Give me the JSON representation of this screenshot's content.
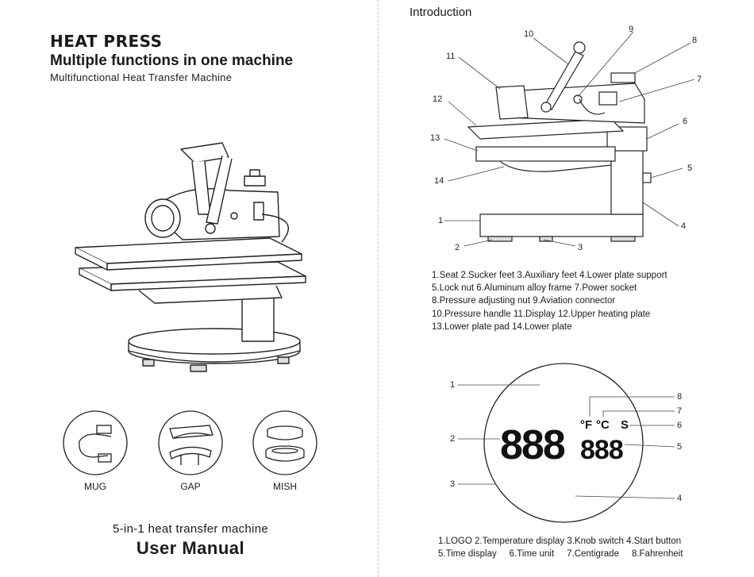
{
  "left_page": {
    "brand": "HEAT PRESS",
    "headline": "Multiple functions in one machine",
    "subhead": "Multifunctional Heat Transfer Machine",
    "attachments": [
      {
        "label": "MUG"
      },
      {
        "label": "GAP"
      },
      {
        "label": "MISH"
      }
    ],
    "footer_subtitle": "5-in-1 heat transfer machine",
    "footer_title": "User Manual"
  },
  "right_page": {
    "section_title": "Introduction",
    "machine_diagram": {
      "callouts": [
        "1",
        "2",
        "3",
        "4",
        "5",
        "6",
        "7",
        "8",
        "9",
        "10",
        "11",
        "12",
        "13",
        "14"
      ],
      "legend_lines": [
        "1.Seat  2.Sucker feet  3.Auxiliary feet  4.Lower plate support",
        "5.Lock nut  6.Aluminum alloy frame  7.Power socket",
        "8.Pressure adjusting nut  9.Aviation connector",
        "10.Pressure handle  11.Display  12.Upper heating plate",
        "13.Lower plate pad  14.Lower plate"
      ]
    },
    "display_diagram": {
      "digits_large": "888",
      "digits_small": "888",
      "unit_f": "°F",
      "unit_c": "°C",
      "unit_s": "S",
      "callouts": [
        "1",
        "2",
        "3",
        "4",
        "5",
        "6",
        "7",
        "8"
      ],
      "legend_lines": [
        "1.LOGO  2.Temperature display  3.Knob switch  4.Start button",
        "5.Time display     6.Time unit     7.Centigrade     8.Fahrenheit"
      ]
    }
  }
}
